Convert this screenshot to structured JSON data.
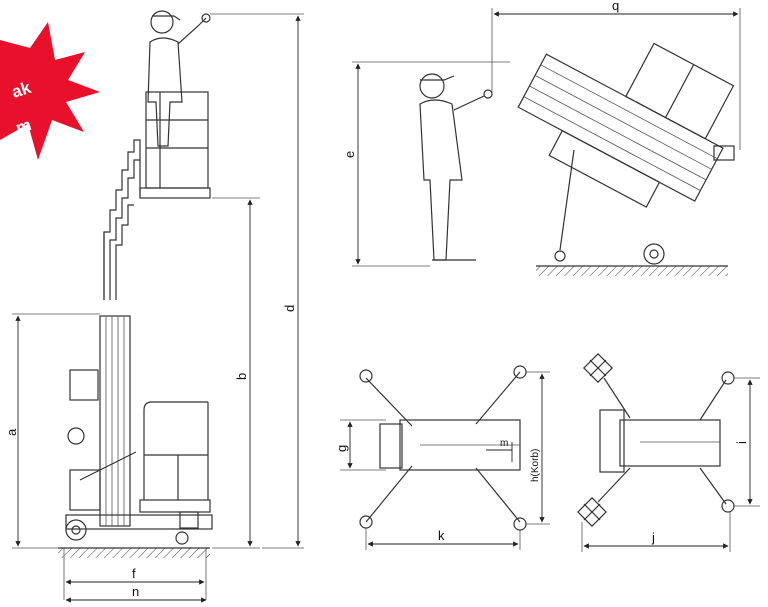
{
  "badge": {
    "line1": "ak",
    "line2": "m",
    "color": "#e8102a"
  },
  "labels": {
    "a": "a",
    "b": "b",
    "d": "d",
    "e": "e",
    "f": "f",
    "n": "n",
    "q": "q",
    "g": "g",
    "m": "m",
    "h": "h(Korb)",
    "k": "k",
    "i": "i",
    "j": "j"
  }
}
